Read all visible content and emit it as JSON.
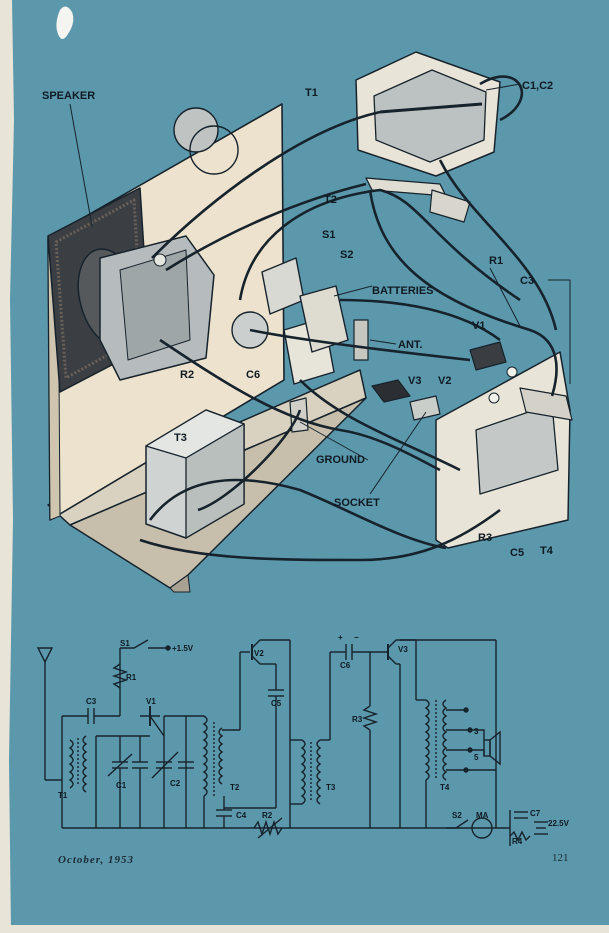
{
  "pictorial": {
    "labels": {
      "speaker": "SPEAKER",
      "t1": "T1",
      "c1c2": "C1,C2",
      "t2": "T2",
      "s1": "S1",
      "s2": "S2",
      "batteries": "BATTERIES",
      "r1": "R1",
      "c3": "C3",
      "ant": "ANT.",
      "v1": "V1",
      "v3": "V3",
      "v2": "V2",
      "r2": "R2",
      "c6": "C6",
      "t3": "T3",
      "ground": "GROUND",
      "socket": "SOCKET",
      "r3": "R3",
      "c5": "C5",
      "t4": "T4"
    }
  },
  "schematic": {
    "labels": {
      "s1": "S1",
      "v15": "+1.5V",
      "r1": "R1",
      "c3": "C3",
      "v1": "V1",
      "t1": "T1",
      "c1": "C1",
      "c2": "C2",
      "v2": "V2",
      "c5": "C5",
      "t2": "T2",
      "c4": "C4",
      "r2": "R2",
      "c6": "C6",
      "plus": "+",
      "minus": "−",
      "r3": "R3",
      "t3": "T3",
      "v3": "V3",
      "t4": "T4",
      "tap3": "3",
      "tap5": "5",
      "s2": "S2",
      "ma": "MA",
      "c7": "C7",
      "r4": "R4",
      "v225": "22.5V"
    }
  },
  "footer": {
    "date": "October, 1953",
    "page": "121"
  },
  "colors": {
    "paper": "#5b98ac",
    "ink": "#17232c",
    "panel": "#ece2cd",
    "component": "#cfd4d2"
  }
}
